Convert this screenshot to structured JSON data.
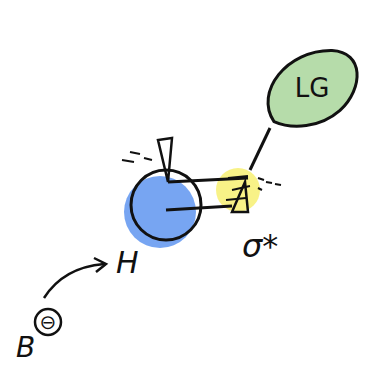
{
  "diagram": {
    "nodes": [
      {
        "text": [
          "LG"
        ]
      }
    ],
    "labels": [
      "H",
      "σ*",
      "⊖",
      "B"
    ]
  }
}
